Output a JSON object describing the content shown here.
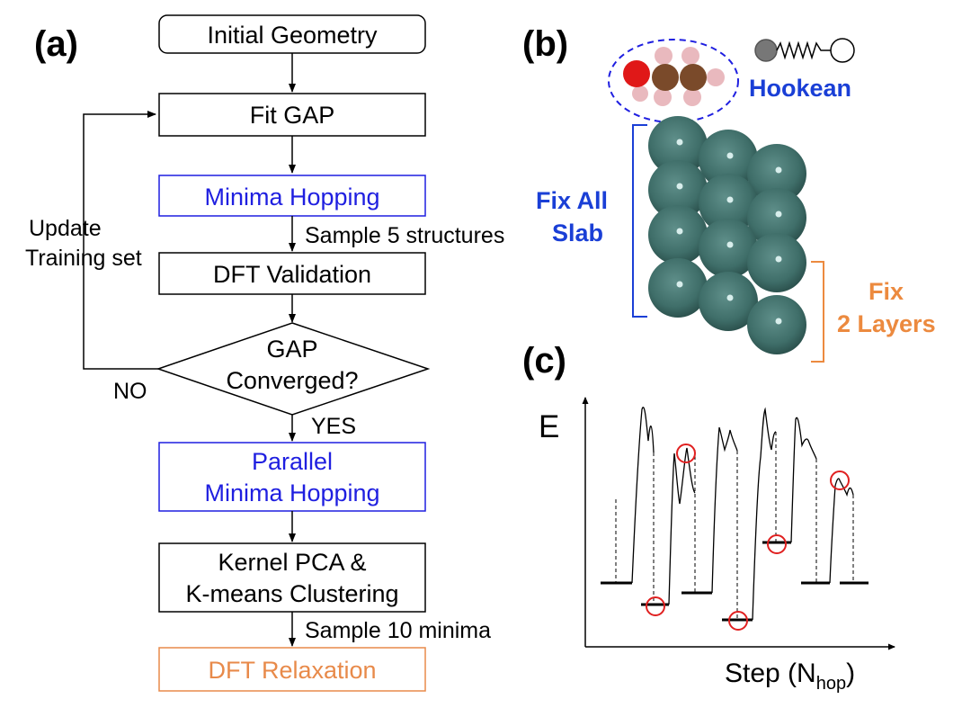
{
  "panel_a": {
    "label": "(a)",
    "initial_geometry": "Initial Geometry",
    "fit_gap": "Fit GAP",
    "minima_hopping": "Minima Hopping",
    "sample_structures": "Sample 5 structures",
    "dft_validation": "DFT Validation",
    "decision_line1": "GAP",
    "decision_line2": "Converged?",
    "no_label": "NO",
    "yes_label": "YES",
    "update_line1": "Update",
    "update_line2": "Training set",
    "parallel_line1": "Parallel",
    "parallel_line2": "Minima Hopping",
    "kernel_line1": "Kernel PCA &",
    "kernel_line2": "K-means Clustering",
    "sample_minima": "Sample 10 minima",
    "dft_relaxation": "DFT Relaxation"
  },
  "panel_b": {
    "label": "(b)",
    "hookean": "Hookean",
    "fix_all_line1": "Fix All",
    "fix_all_line2": "Slab",
    "fix_layers_line1": "Fix",
    "fix_layers_line2": "2 Layers"
  },
  "panel_c": {
    "label": "(c)",
    "y_axis": "E",
    "x_axis_main": "Step (N",
    "x_axis_sub": "hop",
    "x_axis_close": ")"
  },
  "colors": {
    "blue": "#1f1fe0",
    "orange": "#e88a4a",
    "slab_atom": "#3e6e6a",
    "circle_marker": "#e02020"
  }
}
